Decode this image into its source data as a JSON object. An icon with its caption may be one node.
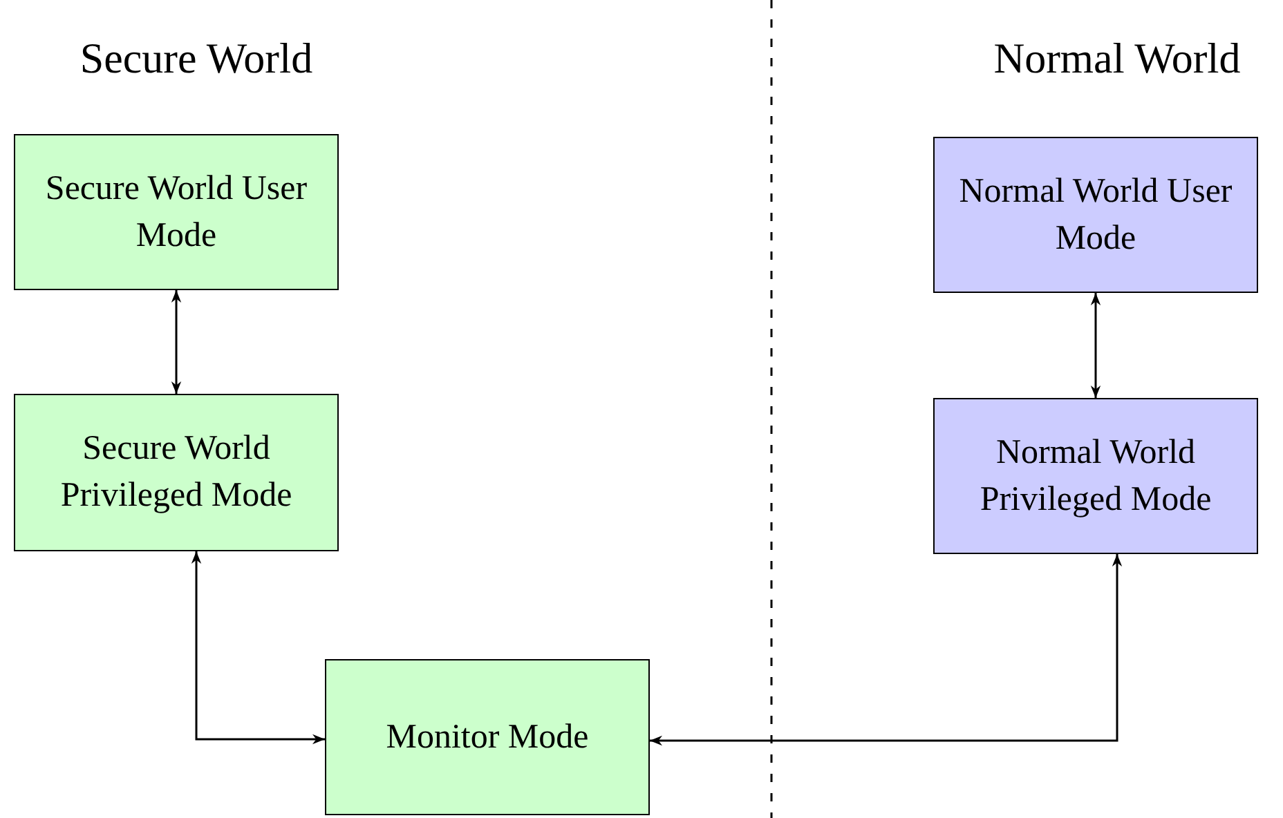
{
  "diagram": {
    "nodes": [
      {
        "text": [
          "Secure World User Mode"
        ]
      },
      {
        "text": [
          "Secure World Privileged Mode"
        ]
      },
      {
        "text": [
          "Monitor Mode"
        ]
      },
      {
        "text": [
          "Normal World User Mode"
        ]
      },
      {
        "text": [
          "Normal World Privileged Mode"
        ]
      }
    ],
    "edges": [
      {
        "from": 0,
        "to": 1,
        "arrow": "both"
      },
      {
        "from": 1,
        "to": 2,
        "arrow": "both"
      },
      {
        "from": 2,
        "to": 4,
        "arrow": "both"
      },
      {
        "from": 3,
        "to": 4,
        "arrow": "both"
      }
    ],
    "labels": [
      "Secure World",
      "Normal World"
    ]
  }
}
